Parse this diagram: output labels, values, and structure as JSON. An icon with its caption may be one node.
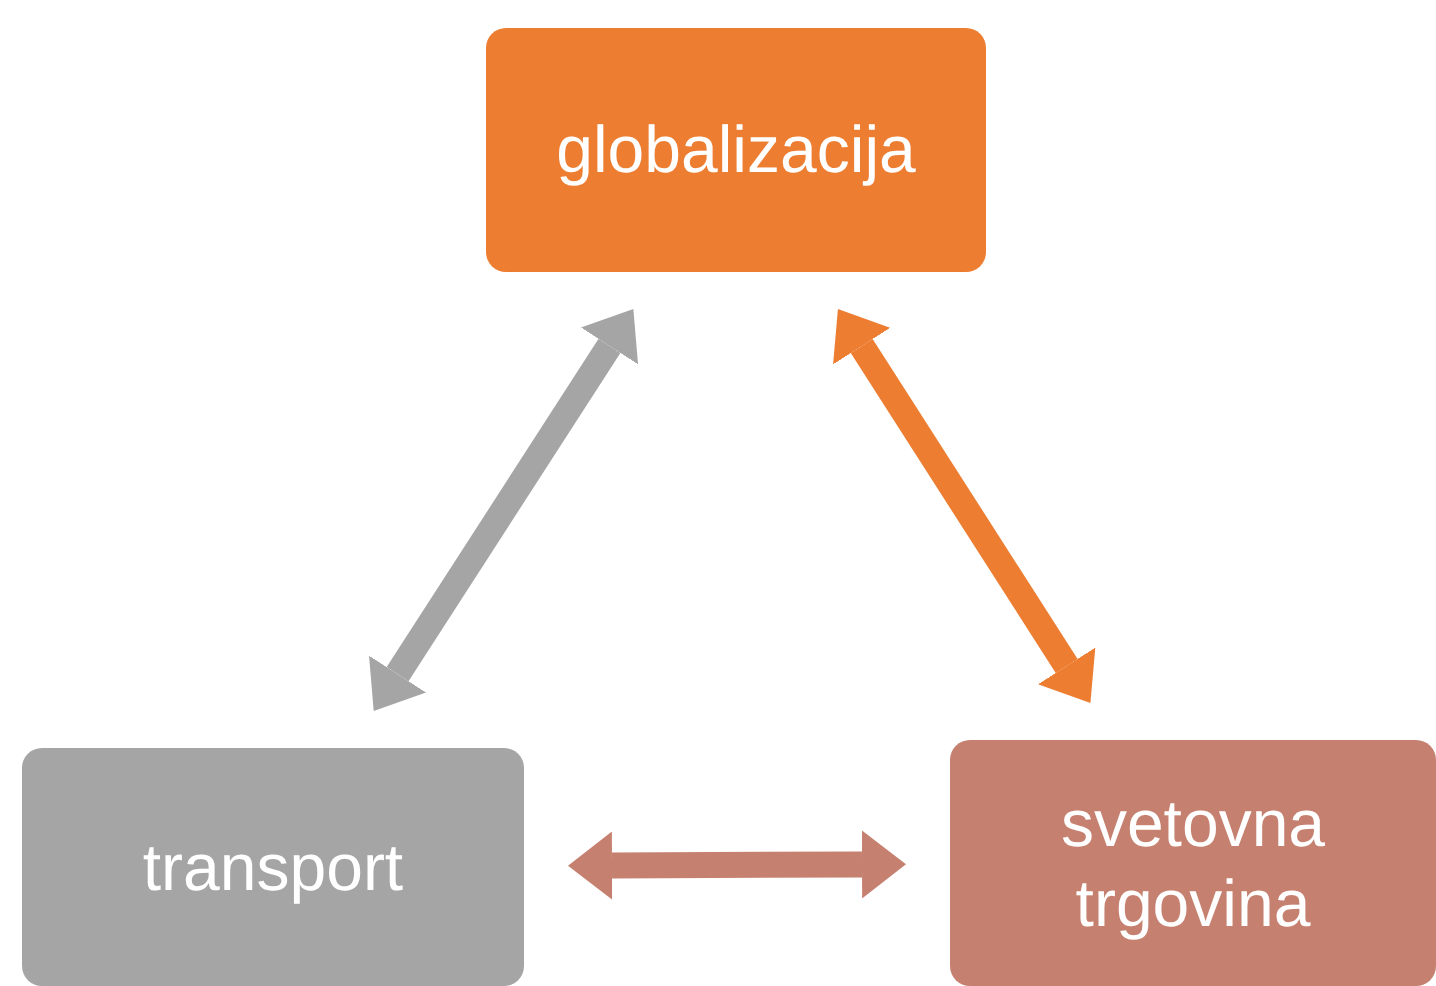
{
  "diagram": {
    "nodes": [
      {
        "text": [
          "globalizacija"
        ]
      },
      {
        "text": [
          "transport"
        ]
      },
      {
        "text": [
          "svetovna trgovina"
        ]
      }
    ],
    "edges": [
      {
        "from": 0,
        "to": 1,
        "arrow": "both",
        "color": "#a5a5a5"
      },
      {
        "from": 0,
        "to": 2,
        "arrow": "both",
        "color": "#ed7d31"
      },
      {
        "from": 1,
        "to": 2,
        "arrow": "both",
        "color": "#c5806f"
      }
    ]
  }
}
